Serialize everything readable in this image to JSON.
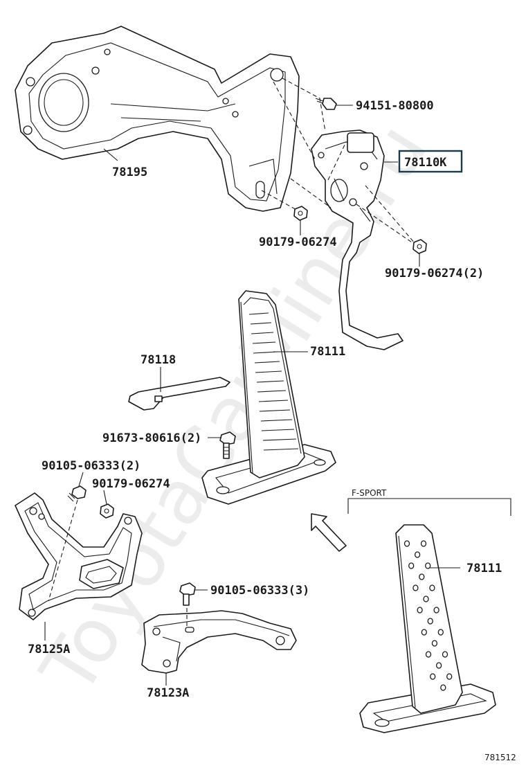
{
  "watermark": "ToyotaCarMine.ru",
  "labels": {
    "bracket_main": "78195",
    "bolt_top": "94151-80800",
    "sensor_assy": "78110K",
    "nut_left": "90179-06274",
    "nut_right": "90179-06274(2)",
    "cover": "78118",
    "pedal": "78111",
    "bolt_pedal": "91673-80616(2)",
    "bolt_left": "90105-06333(2)",
    "nut_lower": "90179-06274",
    "fsport": "F-SPORT",
    "pedal_fsport": "78111",
    "bolt_lower": "90105-06333(3)",
    "bracket_left": "78125A",
    "bracket_lower": "78123A",
    "diagram_id": "781512"
  },
  "colors": {
    "line": "#1a1a1a",
    "highlight_border": "#1a3a4a",
    "watermark": "#d6d6d6"
  }
}
